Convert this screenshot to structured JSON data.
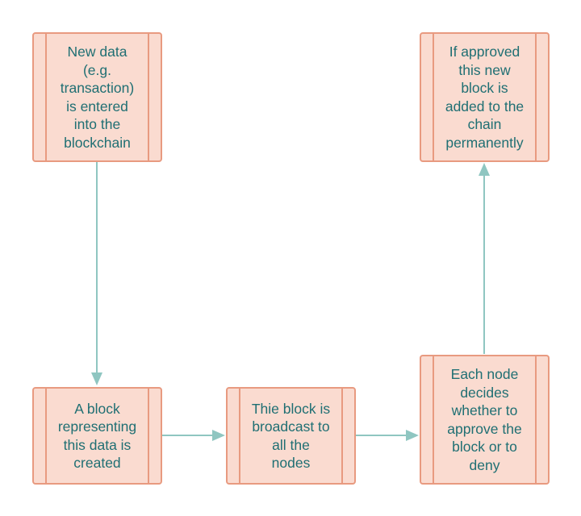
{
  "diagram": {
    "colors": {
      "node_fill": "#fadbd0",
      "node_border": "#e89a80",
      "text": "#1f6f73",
      "connector": "#8fc6c1"
    },
    "nodes": [
      {
        "id": "n1",
        "text": "New data\n(e.g.\ntransaction)\nis entered\ninto the\nblockchain"
      },
      {
        "id": "n2",
        "text": "A block\nrepresenting\nthis data is\ncreated"
      },
      {
        "id": "n3",
        "text": "Thie block is\nbroadcast to\nall the\nnodes"
      },
      {
        "id": "n4",
        "text": "Each node\ndecides\nwhether to\napprove the\nblock or to\ndeny"
      },
      {
        "id": "n5",
        "text": "If approved\nthis new\nblock is\nadded to the\nchain\npermanently"
      }
    ],
    "edges": [
      {
        "from": "n1",
        "to": "n2"
      },
      {
        "from": "n2",
        "to": "n3"
      },
      {
        "from": "n3",
        "to": "n4"
      },
      {
        "from": "n4",
        "to": "n5"
      }
    ]
  }
}
